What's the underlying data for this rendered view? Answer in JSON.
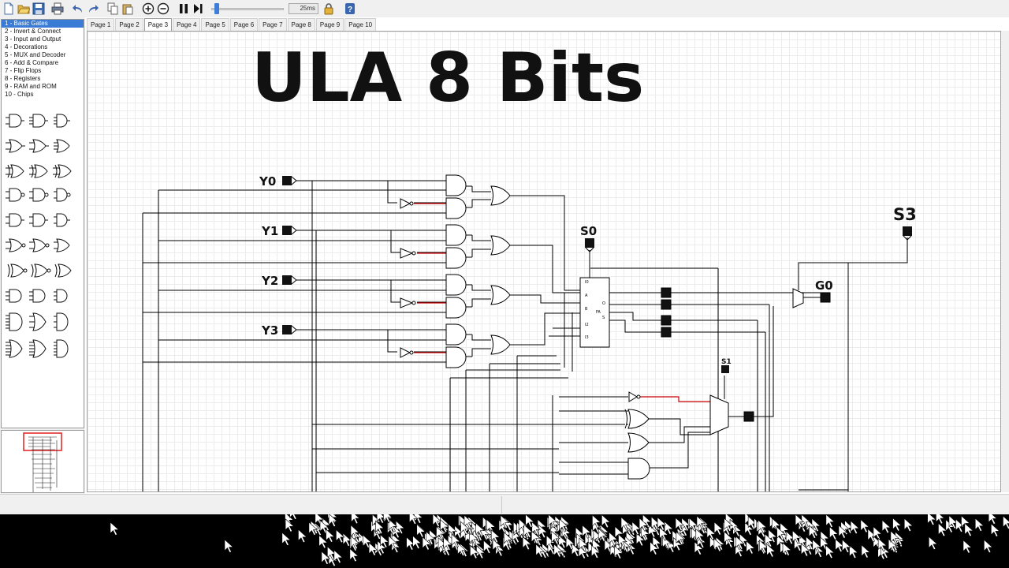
{
  "toolbar": {
    "buttons": [
      "new-icon",
      "open-icon",
      "save-icon",
      "print-icon",
      "undo-icon",
      "redo-icon",
      "copy-icon",
      "paste-icon",
      "zoom-in-icon",
      "zoom-out-icon",
      "pause-icon",
      "step-icon",
      "lock-icon",
      "help-icon"
    ],
    "speed_value": 0.02,
    "speed_label": "25ms"
  },
  "tabs": [
    {
      "label": "Page 1"
    },
    {
      "label": "Page 2"
    },
    {
      "label": "Page 3"
    },
    {
      "label": "Page 4"
    },
    {
      "label": "Page 5"
    },
    {
      "label": "Page 6"
    },
    {
      "label": "Page 7"
    },
    {
      "label": "Page 8"
    },
    {
      "label": "Page 9"
    },
    {
      "label": "Page 10"
    }
  ],
  "active_tab": "Page 3",
  "categories": [
    {
      "label": "1  - Basic Gates"
    },
    {
      "label": "2  - Invert & Connect"
    },
    {
      "label": "3  - Input and Output"
    },
    {
      "label": "4  - Decorations"
    },
    {
      "label": "5  - MUX and Decoder"
    },
    {
      "label": "6  - Add & Compare"
    },
    {
      "label": "7  - Flip Flops"
    },
    {
      "label": "8  - Registers"
    },
    {
      "label": "9  - RAM and ROM"
    },
    {
      "label": "10 - Chips"
    }
  ],
  "selected_category": "1  - Basic Gates",
  "circuit": {
    "title": "ULA 8 Bits",
    "inputs": {
      "y0": "Y0",
      "y1": "Y1",
      "y2": "Y2",
      "y3": "Y3"
    },
    "select_pins": {
      "s0": "S0",
      "s1": "S1",
      "s3": "S3"
    },
    "outputs": {
      "g0": "G0"
    }
  },
  "colors": {
    "wire": "#000000",
    "active_wire": "#cc0000",
    "selection": "#e02020",
    "accent": "#3a7bd5"
  }
}
